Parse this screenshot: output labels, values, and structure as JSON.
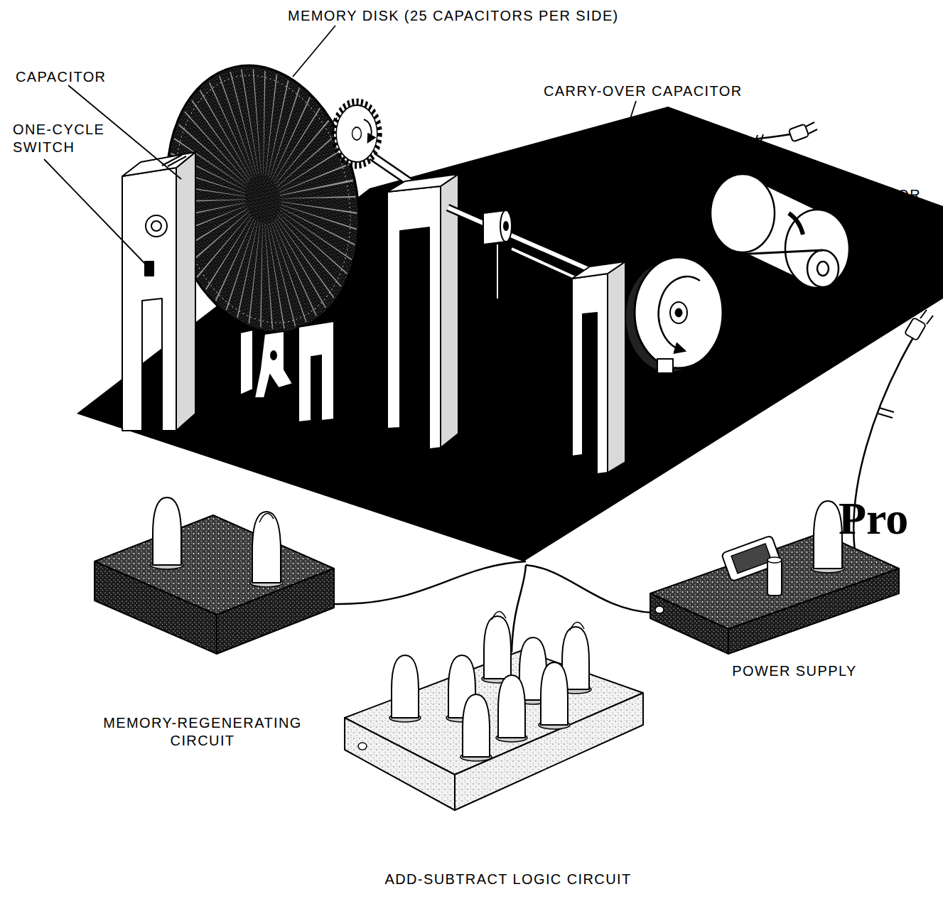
{
  "diagram": {
    "nodes": [
      {
        "text": [
          "MEMORY-REGENERATING CIRCUIT"
        ]
      },
      {
        "text": [
          "ADD-SUBTRACT LOGIC CIRCUIT"
        ]
      },
      {
        "text": [
          "POWER SUPPLY"
        ]
      }
    ],
    "labels": [
      "MEMORY DISK (25 CAPACITORS PER SIDE)",
      "CAPACITOR",
      "CARRY-OVER CAPACITOR",
      "ONE-CYCLE SWITCH",
      "DRIVE MOTOR",
      "Pro"
    ]
  }
}
